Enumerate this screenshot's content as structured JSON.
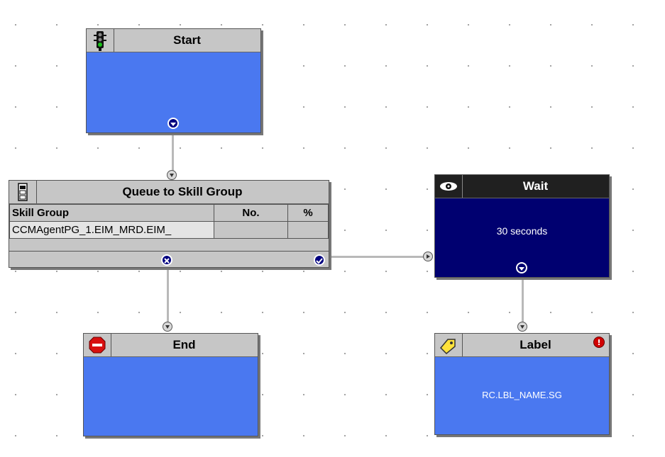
{
  "nodes": {
    "start": {
      "title": "Start"
    },
    "queue": {
      "title": "Queue to Skill Group",
      "columns": [
        "Skill Group",
        "No.",
        "%"
      ],
      "rows": [
        [
          "CCMAgentPG_1.EIM_MRD.EIM_",
          "",
          ""
        ]
      ]
    },
    "wait": {
      "title": "Wait",
      "body": "30 seconds"
    },
    "end": {
      "title": "End"
    },
    "label": {
      "title": "Label",
      "body": "RC.LBL_NAME.SG"
    }
  },
  "colors": {
    "node_body": "#4a78f0",
    "wait_body": "#000070",
    "header": "#c6c6c6",
    "wait_header": "#202020",
    "connector": "#b9b9b9",
    "port": "#000080",
    "error_badge": "#d00000"
  },
  "icons": {
    "start": "traffic-light-icon",
    "queue": "queue-icon",
    "wait": "eye-icon",
    "end": "stop-sign-icon",
    "label": "label-tag-icon",
    "label_status": "error-icon"
  }
}
